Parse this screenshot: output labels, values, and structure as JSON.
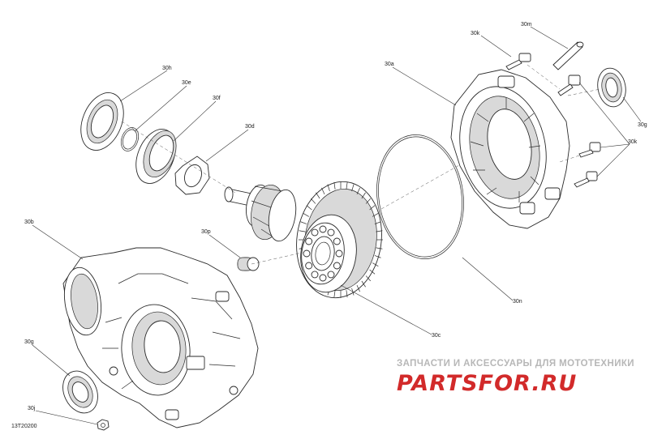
{
  "document_code": "13T20200",
  "watermark": {
    "tagline": "ЗАПЧАСТИ И АКСЕССУАРЫ ДЛЯ МОТОТЕХНИКИ",
    "logo": "PARTSFOR.RU"
  },
  "callouts": [
    "30a",
    "30b",
    "30c",
    "30d",
    "30e",
    "30f",
    "30g",
    "30g",
    "30h",
    "30j",
    "30k",
    "30k",
    "30m",
    "30n",
    "30p"
  ]
}
